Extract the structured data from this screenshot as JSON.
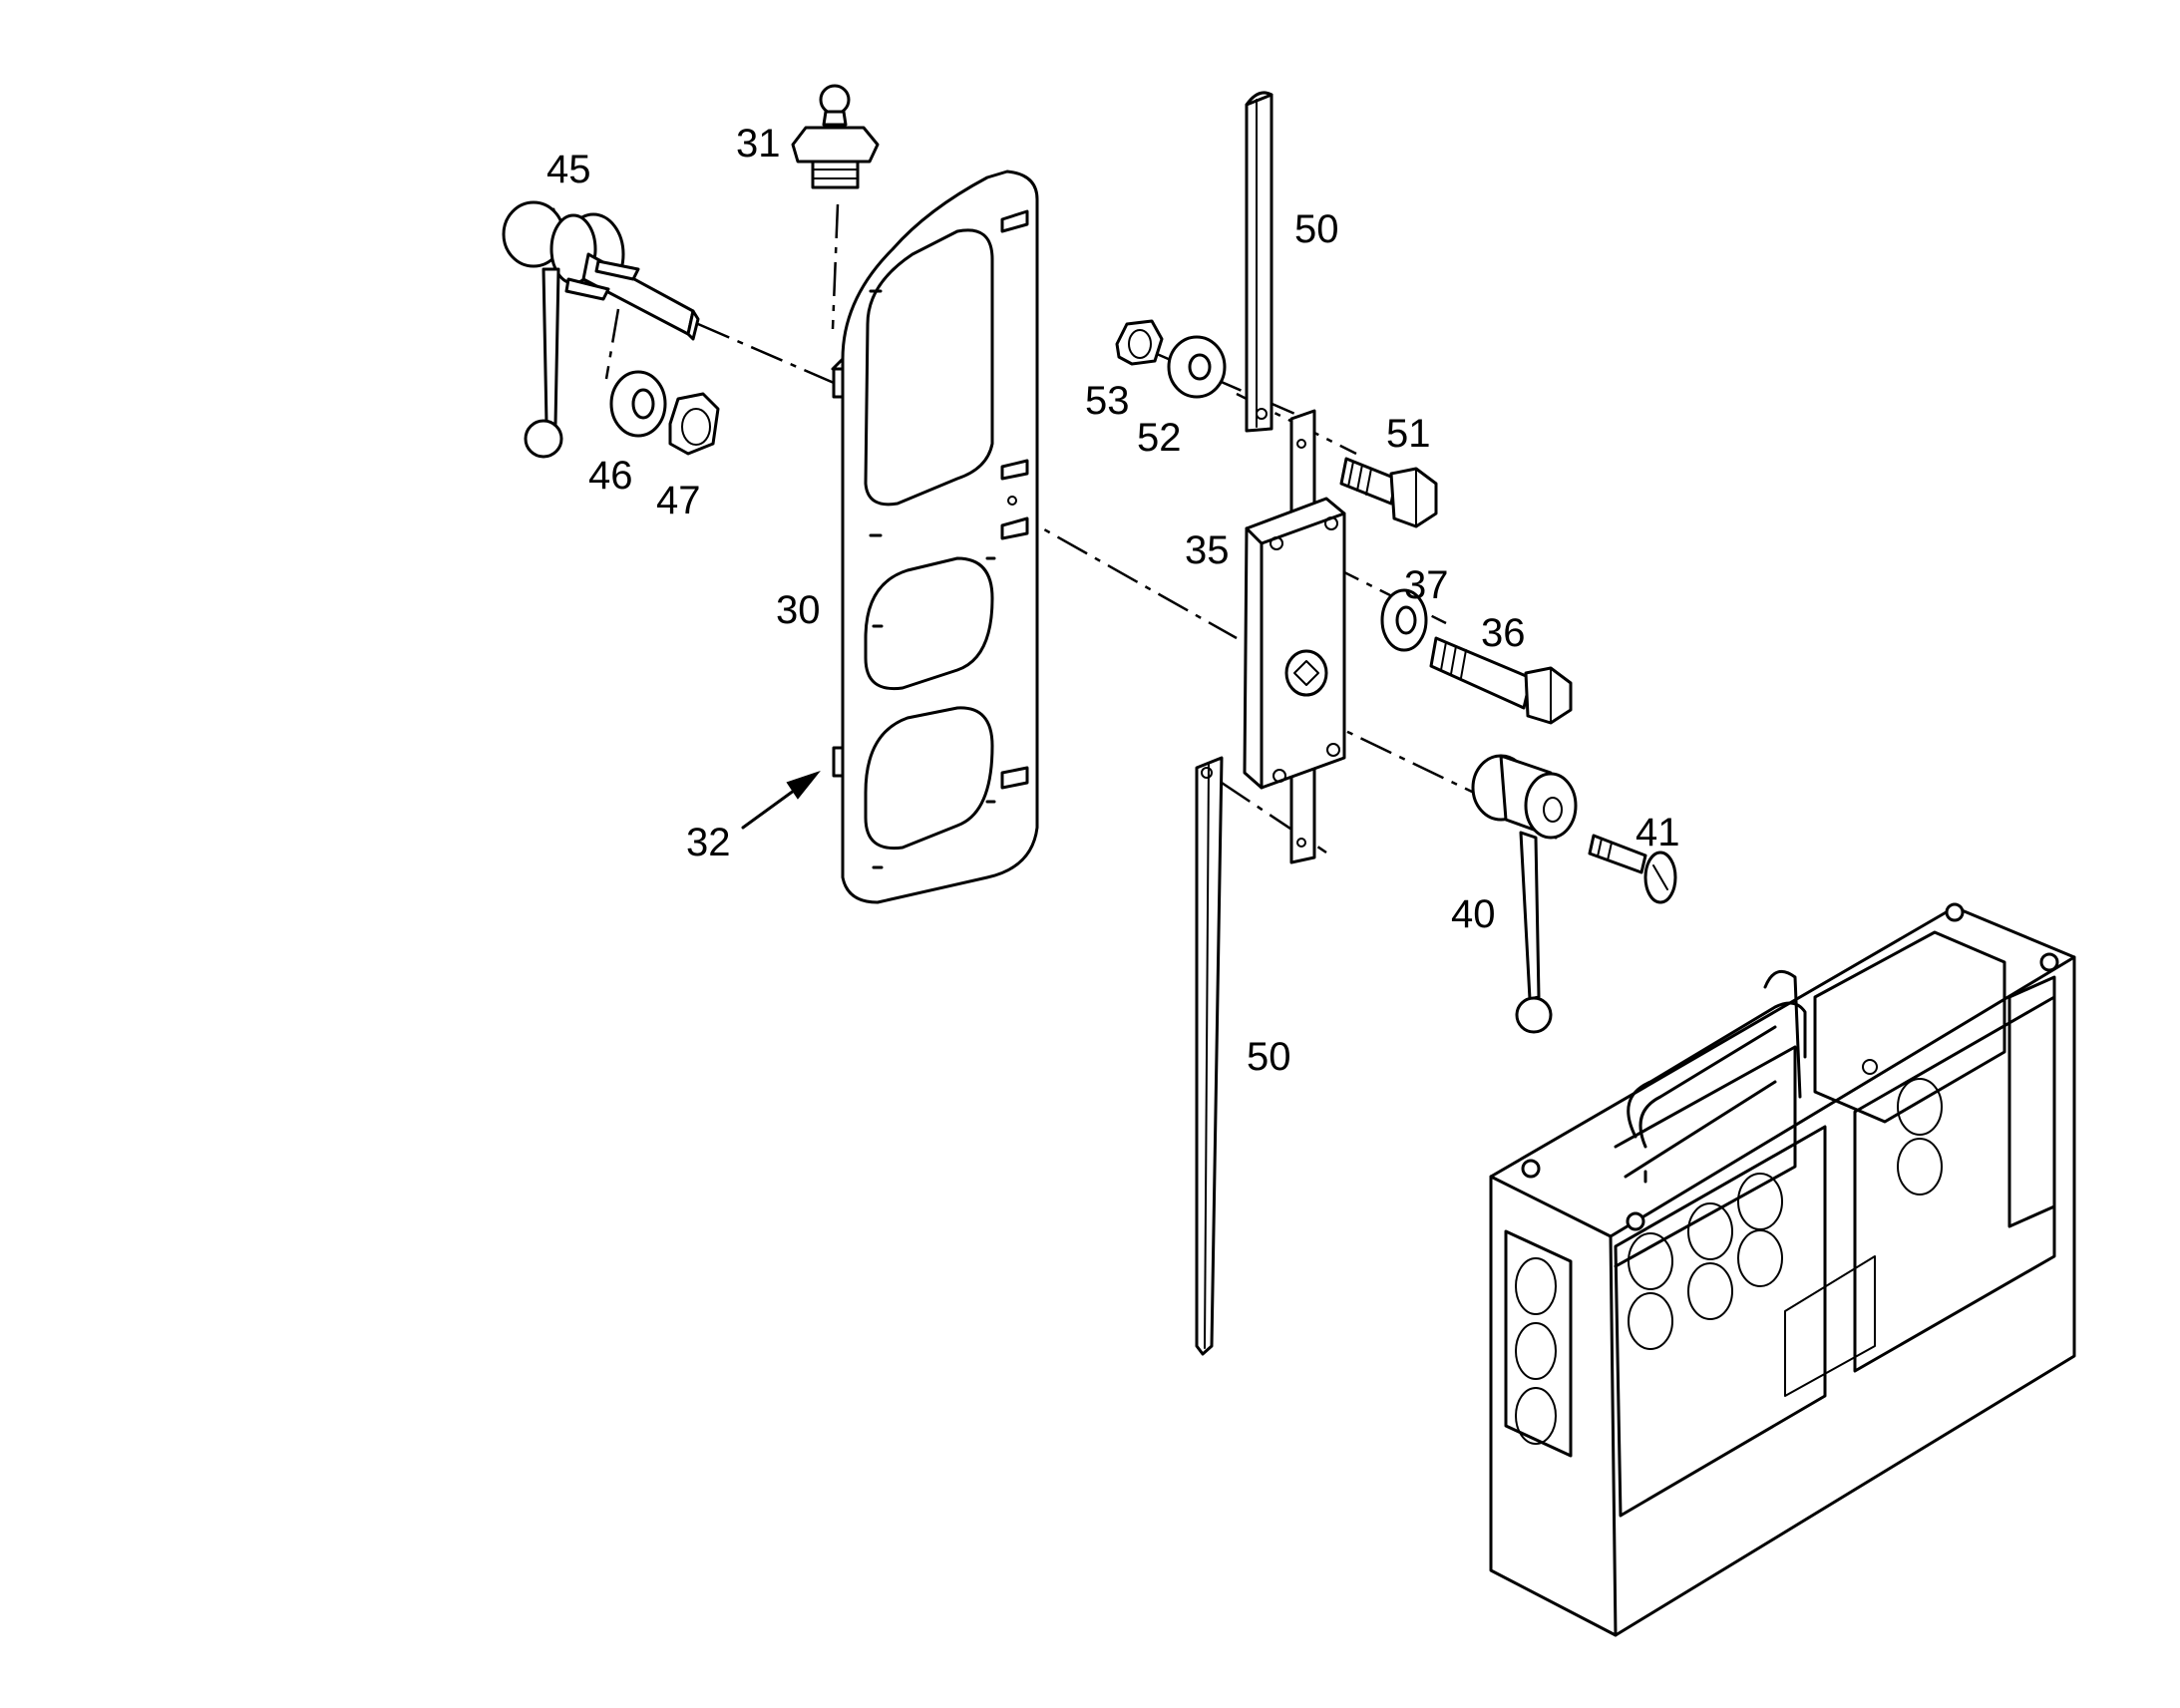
{
  "labels": {
    "p30": "30",
    "p31": "31",
    "p32": "32",
    "p35": "35",
    "p36": "36",
    "p37": "37",
    "p40": "40",
    "p41": "41",
    "p45": "45",
    "p46": "46",
    "p47": "47",
    "p50_top": "50",
    "p50_bottom": "50",
    "p51": "51",
    "p52": "52",
    "p53": "53"
  }
}
